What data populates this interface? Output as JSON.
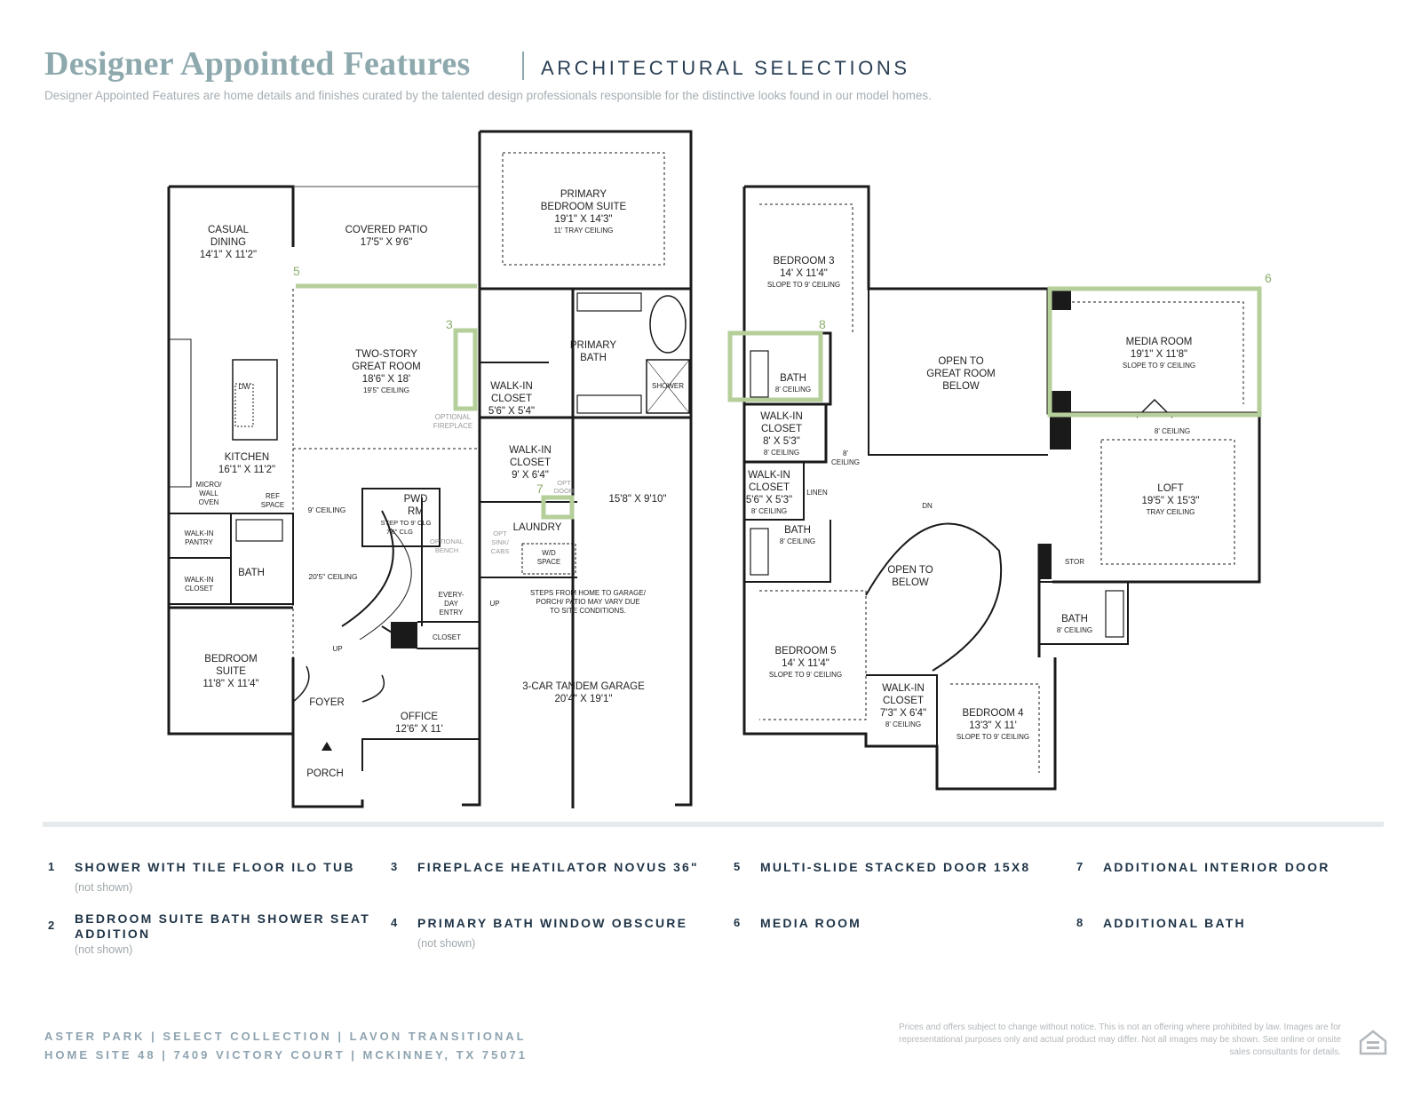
{
  "header": {
    "title": "Designer Appointed Features",
    "subtitle": "ARCHITECTURAL SELECTIONS",
    "description": "Designer Appointed Features are home details and finishes curated by the talented design professionals responsible for the distinctive looks found in our model homes."
  },
  "colors": {
    "accent": "#b5cf9a",
    "title": "#8ea9ad",
    "navy": "#1f3447"
  },
  "plan": {
    "first_floor": {
      "casual_dining": [
        "CASUAL",
        "DINING",
        "14'1\" X 11'2\""
      ],
      "covered_patio": [
        "COVERED PATIO",
        "17'5\" X 9'6\""
      ],
      "primary_bedroom": [
        "PRIMARY",
        "BEDROOM SUITE",
        "19'1\" X 14'3\"",
        "11' TRAY CEILING"
      ],
      "great_room": [
        "TWO-STORY",
        "GREAT ROOM",
        "18'6\" X 18'",
        "19'5\" CEILING"
      ],
      "optional_fireplace": [
        "OPTIONAL",
        "FIREPLACE"
      ],
      "primary_bath": [
        "PRIMARY",
        "BATH"
      ],
      "shower": "SHOWER",
      "walkin_closet_1": [
        "WALK-IN",
        "CLOSET",
        "5'6\" X 5'4\""
      ],
      "walkin_closet_2": [
        "WALK-IN",
        "CLOSET",
        "9' X 6'4\""
      ],
      "dw": "DW",
      "kitchen": [
        "KITCHEN",
        "16'1\" X 11'2\""
      ],
      "micro": [
        "MICRO/",
        "WALL",
        "OVEN"
      ],
      "ref": [
        "REF",
        "SPACE"
      ],
      "ceiling_9": "9' CEILING",
      "pwd": [
        "PWD",
        "RM"
      ],
      "step": "STEP TO 9' CLG",
      "clg_76": "7'6\" CLG",
      "opt_door": [
        "OPT",
        "DOOR"
      ],
      "laundry": "LAUNDRY",
      "garage_dim": "15'8\" X 9'10\"",
      "opt_bench": [
        "OPTIONAL",
        "BENCH"
      ],
      "opt_sink": [
        "OPT",
        "SINK/",
        "CABS"
      ],
      "wd": [
        "W/D",
        "SPACE"
      ],
      "walkin_pantry": [
        "WALK-IN",
        "PANTRY"
      ],
      "walkin_closet_3": [
        "WALK-IN",
        "CLOSET"
      ],
      "bath": "BATH",
      "ceiling_205": "20'5\" CEILING",
      "everyday": [
        "EVERY-",
        "DAY",
        "ENTRY"
      ],
      "up": "UP",
      "steps_note": [
        "STEPS FROM HOME TO GARAGE/",
        "PORCH/ PATIO MAY VARY DUE",
        "TO SITE CONDITIONS."
      ],
      "closet": "CLOSET",
      "bedroom_suite": [
        "BEDROOM",
        "SUITE",
        "11'8\" X 11'4\""
      ],
      "garage": [
        "3-CAR TANDEM GARAGE",
        "20'4\" X 19'1\""
      ],
      "foyer": "FOYER",
      "office": [
        "OFFICE",
        "12'6\" X 11'"
      ],
      "porch": "PORCH"
    },
    "second_floor": {
      "bedroom3": [
        "BEDROOM 3",
        "14' X 11'4\"",
        "SLOPE TO 9' CEILING"
      ],
      "bath8": [
        "BATH",
        "8' CEILING"
      ],
      "open_great": [
        "OPEN TO",
        "GREAT ROOM",
        "BELOW"
      ],
      "media_room": [
        "MEDIA ROOM",
        "19'1\" X 11'8\"",
        "SLOPE TO 9' CEILING"
      ],
      "ceiling_8": "8' CEILING",
      "walkin_a": [
        "WALK-IN",
        "CLOSET",
        "8' X 5'3\"",
        "8' CEILING"
      ],
      "ceiling_8b": [
        "8'",
        "CEILING"
      ],
      "walkin_b": [
        "WALK-IN",
        "CLOSET",
        "5'6\" X 5'3\"",
        "8' CEILING"
      ],
      "linen": "LINEN",
      "loft": [
        "LOFT",
        "19'5\" X 15'3\"",
        "TRAY CEILING"
      ],
      "dn": "DN",
      "bath_b": [
        "BATH",
        "8' CEILING"
      ],
      "open_below": [
        "OPEN TO",
        "BELOW"
      ],
      "stor": "STOR",
      "bath_c": [
        "BATH",
        "8' CEILING"
      ],
      "bedroom5": [
        "BEDROOM 5",
        "14' X 11'4\"",
        "SLOPE TO 9' CEILING"
      ],
      "walkin_c": [
        "WALK-IN",
        "CLOSET",
        "7'3\" X 6'4\"",
        "8' CEILING"
      ],
      "bedroom4": [
        "BEDROOM 4",
        "13'3\" X 11'",
        "SLOPE TO 9' CEILING"
      ]
    },
    "markers": {
      "m3": "3",
      "m5": "5",
      "m6": "6",
      "m7": "7",
      "m8": "8"
    }
  },
  "features": [
    {
      "num": "1",
      "label": "SHOWER WITH TILE FLOOR ILO TUB",
      "note": "(not shown)"
    },
    {
      "num": "2",
      "label": "BEDROOM SUITE BATH SHOWER SEAT",
      "label2": "ADDITION",
      "note": "(not shown)"
    },
    {
      "num": "3",
      "label": "FIREPLACE HEATILATOR NOVUS 36\"",
      "note": ""
    },
    {
      "num": "4",
      "label": "PRIMARY BATH WINDOW OBSCURE",
      "note": "(not shown)"
    },
    {
      "num": "5",
      "label": "MULTI-SLIDE STACKED DOOR 15X8",
      "note": ""
    },
    {
      "num": "6",
      "label": "MEDIA ROOM",
      "note": ""
    },
    {
      "num": "7",
      "label": "ADDITIONAL INTERIOR DOOR",
      "note": ""
    },
    {
      "num": "8",
      "label": "ADDITIONAL BATH",
      "note": ""
    }
  ],
  "footer": {
    "line1": "ASTER PARK  |  SELECT COLLECTION  |  LAVON TRANSITIONAL",
    "line2": "HOME SITE 48  |  7409 VICTORY COURT  |  MCKINNEY, TX 75071",
    "disclaimer": "Prices and offers subject to change without notice. This is not an offering where prohibited by law. Images are for representational purposes only and actual product may differ. Not all images may be shown. See online or onsite sales consultants for details.",
    "logo": "equal-housing-icon"
  }
}
